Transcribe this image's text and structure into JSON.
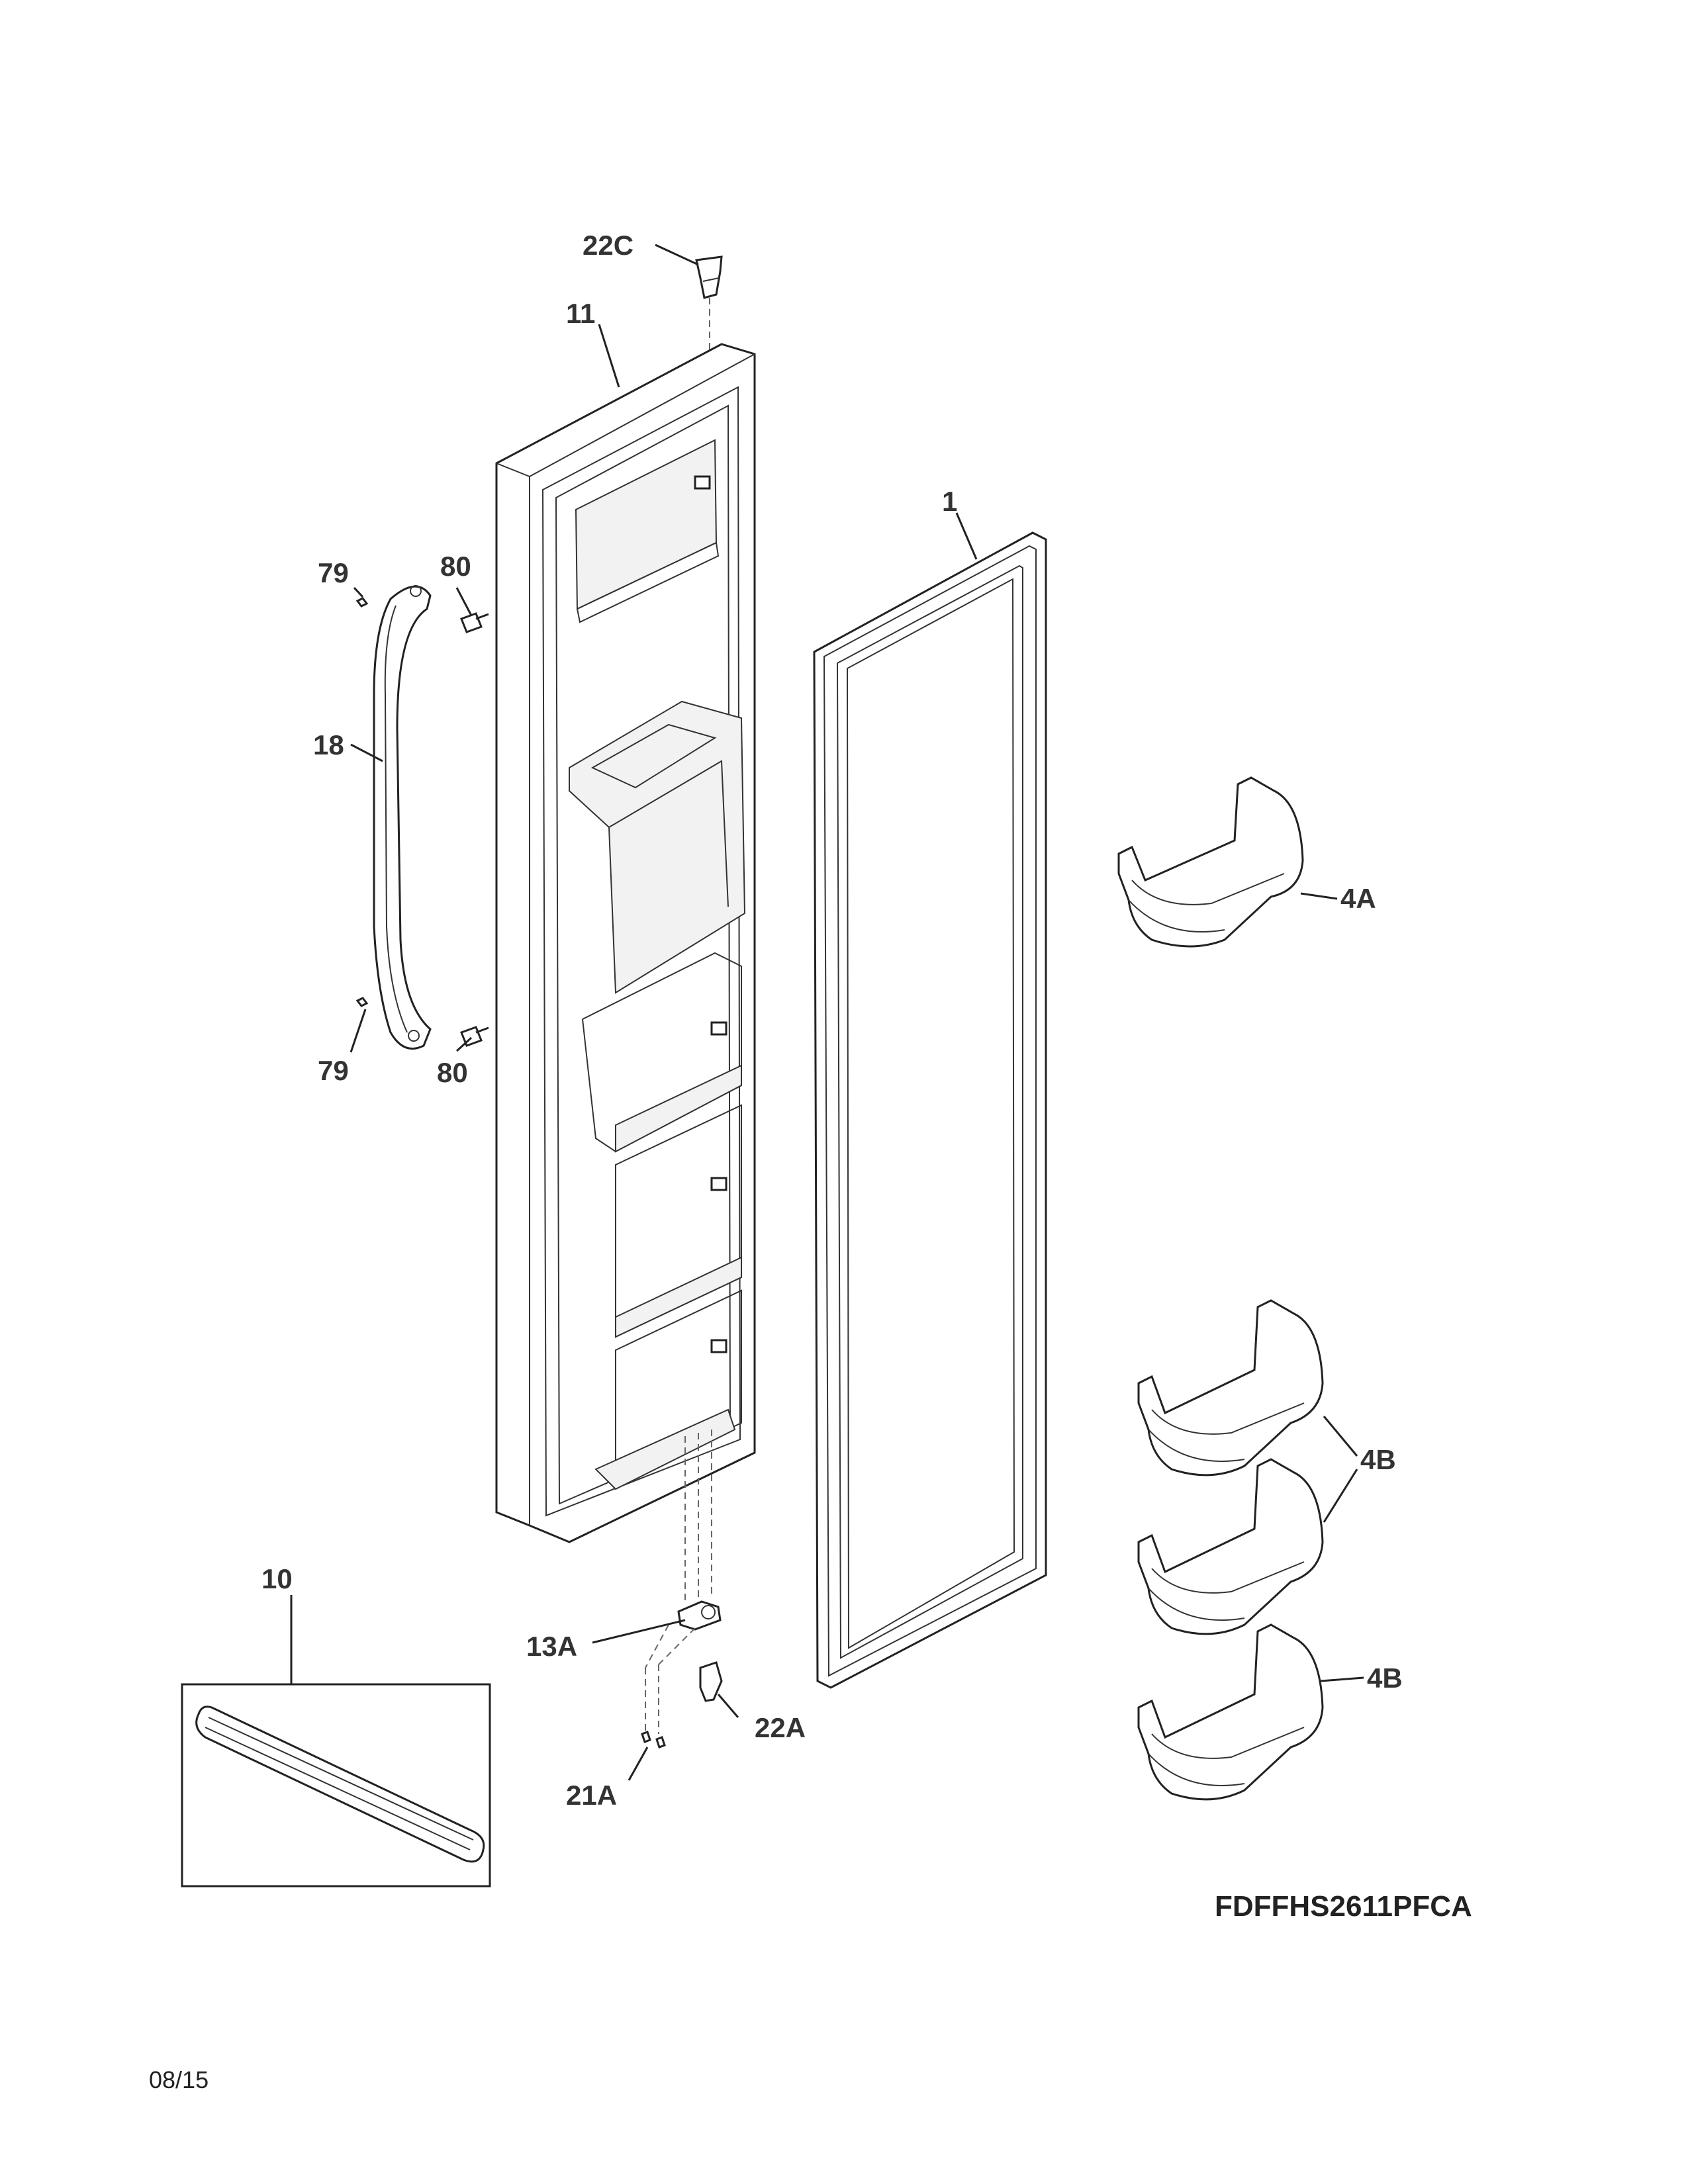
{
  "diagram": {
    "model_number": "FDFFHS2611PFCA",
    "date_code": "08/15",
    "callouts": {
      "c22c": "22C",
      "c11": "11",
      "c1": "1",
      "c79a": "79",
      "c80a": "80",
      "c18": "18",
      "c79b": "79",
      "c80b": "80",
      "c4a": "4A",
      "c4b_top": "4B",
      "c4b_bottom": "4B",
      "c10": "10",
      "c13a": "13A",
      "c22a": "22A",
      "c21a": "21A"
    }
  }
}
